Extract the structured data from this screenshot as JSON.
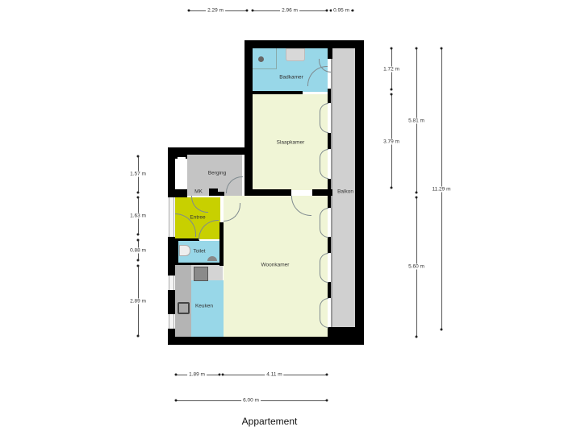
{
  "title": "Appartement",
  "rooms": {
    "badkamer": "Badkamer",
    "slaapkamer": "Slaapkamer",
    "berging": "Berging",
    "mk": "MK",
    "entree": "Entree",
    "toilet": "Toilet",
    "keuken": "Keuken",
    "woonkamer": "Woonkamer",
    "balkon": "Balkon"
  },
  "colors": {
    "wall": "#000000",
    "wet_room": "#98d7e8",
    "living": "#f0f5d6",
    "entree": "#c8d000",
    "storage": "#c0c0c0",
    "balkon": "#d0d0d0"
  },
  "dimensions": {
    "top": [
      "2.29 m",
      "2.96 m",
      "0.95 m"
    ],
    "right_inner": [
      "1.72 m",
      "3.79 m"
    ],
    "right_middle": [
      "5.81 m",
      "5.60 m"
    ],
    "right_outer": "11.29 m",
    "left": [
      "1.57 m",
      "1.63 m",
      "0.88 m",
      "2.89 m"
    ],
    "bottom_row1": [
      "1.89 m",
      "4.11 m"
    ],
    "bottom_row2": "6.00 m"
  }
}
